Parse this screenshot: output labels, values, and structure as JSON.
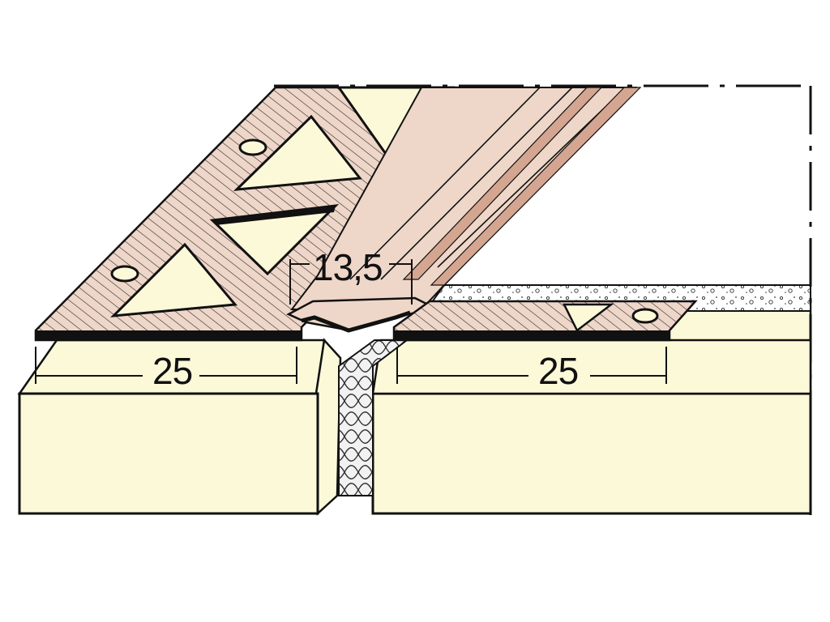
{
  "dimensions": {
    "left_flange": "25",
    "right_flange": "25",
    "joint_width": "13,5"
  },
  "colors": {
    "substrate": "#fcf9d9",
    "profile": "#eed6c8",
    "outline": "#111111",
    "joint_filler": "#d9d9d9"
  }
}
